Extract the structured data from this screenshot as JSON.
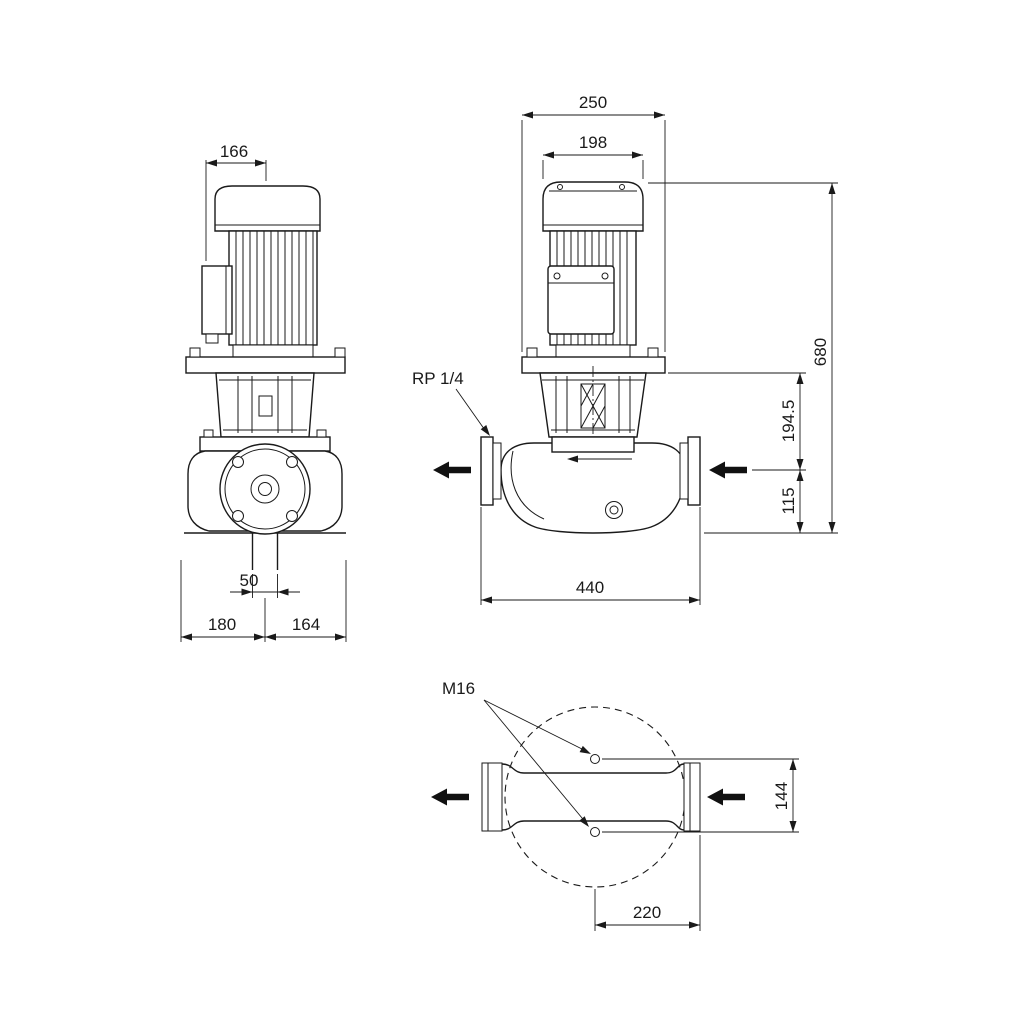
{
  "colors": {
    "ink": "#1a1a1a",
    "background": "#ffffff"
  },
  "side_view": {
    "motor_width": "166",
    "port_width": "50",
    "base_left": "180",
    "base_right": "164"
  },
  "front_view": {
    "flange_plate_width": "250",
    "motor_width": "198",
    "overall_height": "680",
    "flange_to_port_center": "194.5",
    "port_center_to_base": "115",
    "port_to_port_length": "440",
    "gauge_port_label": "RP 1/4"
  },
  "plan_view": {
    "bolt_label": "M16",
    "bolt_spacing": "144",
    "center_to_flange": "220"
  }
}
